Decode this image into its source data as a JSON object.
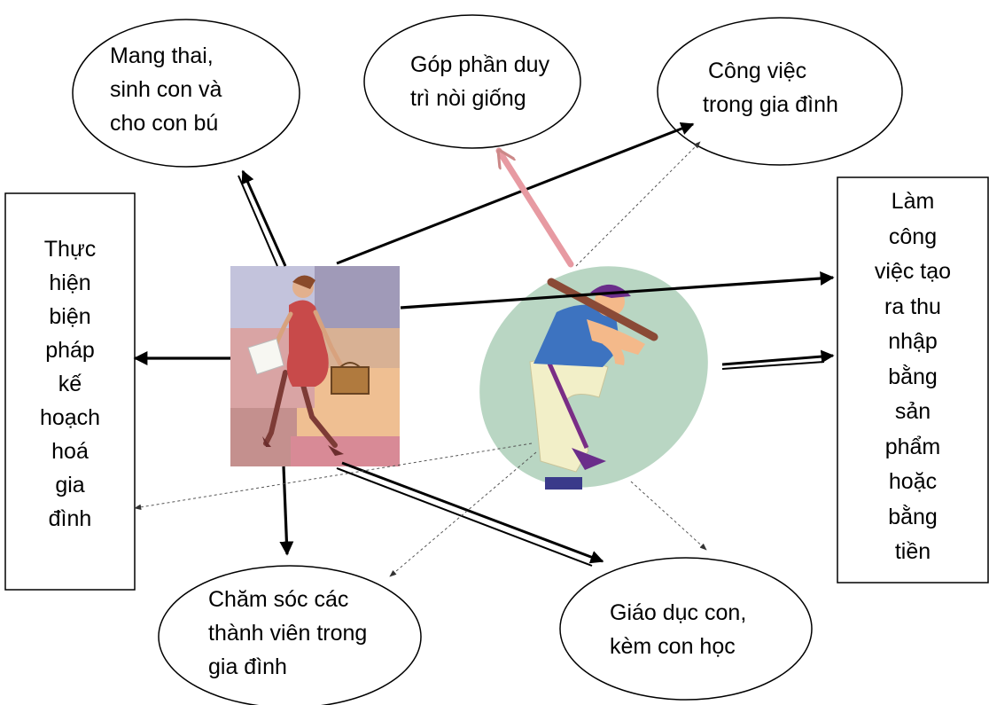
{
  "nodes": {
    "pregnancy": {
      "lines": [
        "Mang thai,",
        "sinh con và",
        "cho con bú"
      ]
    },
    "lineage": {
      "lines": [
        "Góp phần duy",
        "trì nòi giống"
      ]
    },
    "housework": {
      "lines": [
        "Công việc",
        "trong gia đình"
      ]
    },
    "family_planning": {
      "lines": [
        "Thực",
        "hiện",
        "biện",
        "pháp",
        "kế",
        "hoạch",
        "hoá",
        "gia",
        "đình"
      ]
    },
    "income": {
      "lines": [
        "Làm",
        "công",
        "việc tạo",
        "ra thu",
        "nhập",
        "bằng",
        "sản",
        "phẩm",
        "hoặc",
        "bằng",
        "tiền"
      ]
    },
    "care": {
      "lines": [
        "Chăm sóc các",
        "thành viên trong",
        "gia đình"
      ]
    },
    "education": {
      "lines": [
        "Giáo dục con,",
        "kèm con học"
      ]
    }
  },
  "figures": {
    "woman": {
      "icon": "woman-with-briefcase-clipart"
    },
    "man": {
      "icon": "baseball-player-clipart"
    }
  },
  "colors": {
    "arrow_main": "#000000",
    "arrow_dotted": "#555555",
    "arrow_pink": "#e79aa2",
    "man_background": "#b9d6c3"
  }
}
